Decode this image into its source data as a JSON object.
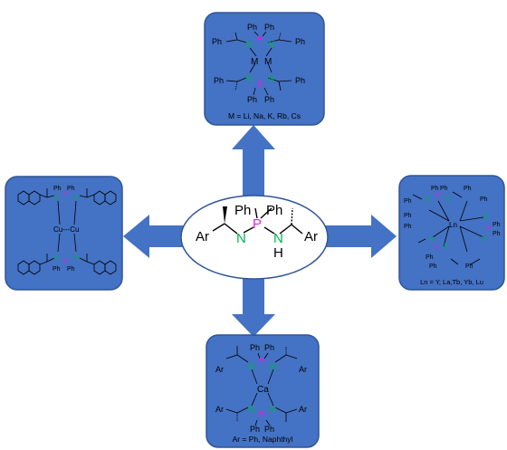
{
  "colors": {
    "panel_fill": "#4472C4",
    "panel_stroke": "#2F5597",
    "arrow": "#4472C4",
    "nitrogen": "#00B050",
    "phosphorus": "#E020E0",
    "bond": "#000000",
    "background": "#FFFFFF"
  },
  "center": {
    "ar_left": "Ar",
    "ar_right": "Ar",
    "ph_left": "Ph",
    "ph_right": "Ph",
    "n_left": "N",
    "p": "P",
    "n_right": "N",
    "h": "H"
  },
  "top": {
    "ph": "Ph",
    "n": "N",
    "p": "P",
    "m": "M",
    "caption": "M = Li, Na, K, Rb, Cs"
  },
  "left": {
    "ph": "Ph",
    "n": "N",
    "p": "P",
    "cu": "Cu",
    "cu_bond": "Cu---Cu"
  },
  "right": {
    "ph": "Ph",
    "n": "N",
    "p": "P",
    "ln": "Ln",
    "caption": "Ln = Y, La,Tb, Yb, Lu"
  },
  "bottom": {
    "ph": "Ph",
    "ar": "Ar",
    "n": "N",
    "p": "P",
    "ca": "Ca",
    "caption": "Ar = Ph, Naphthyl"
  }
}
